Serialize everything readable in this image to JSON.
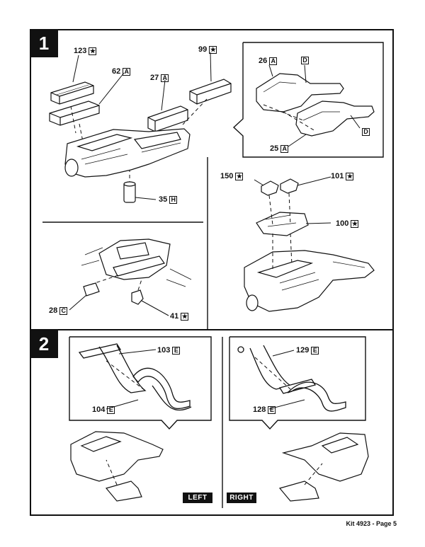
{
  "steps": [
    {
      "number": "1"
    },
    {
      "number": "2"
    }
  ],
  "step1": {
    "parts": {
      "p123": {
        "num": "123",
        "code": "★"
      },
      "p62": {
        "num": "62",
        "code": "A"
      },
      "p27": {
        "num": "27",
        "code": "A"
      },
      "p99": {
        "num": "99",
        "code": "★"
      },
      "p35": {
        "num": "35",
        "code": "H"
      },
      "p28": {
        "num": "28",
        "code": "C"
      },
      "p41": {
        "num": "41",
        "code": "★"
      },
      "p26": {
        "num": "26",
        "code": "A"
      },
      "pD1": {
        "code": "D"
      },
      "pD2": {
        "code": "D"
      },
      "p25": {
        "num": "25",
        "code": "A"
      },
      "p150": {
        "num": "150",
        "code": "★"
      },
      "p101": {
        "num": "101",
        "code": "★"
      },
      "p100": {
        "num": "100",
        "code": "★"
      }
    }
  },
  "step2": {
    "parts": {
      "p103": {
        "num": "103",
        "code": "E"
      },
      "p104": {
        "num": "104",
        "code": "E"
      },
      "p129": {
        "num": "129",
        "code": "E"
      },
      "p128": {
        "num": "128",
        "code": "E"
      }
    },
    "left_label": "LEFT",
    "right_label": "RIGHT"
  },
  "footer": {
    "text": "Kit 4923 - Page 5"
  }
}
